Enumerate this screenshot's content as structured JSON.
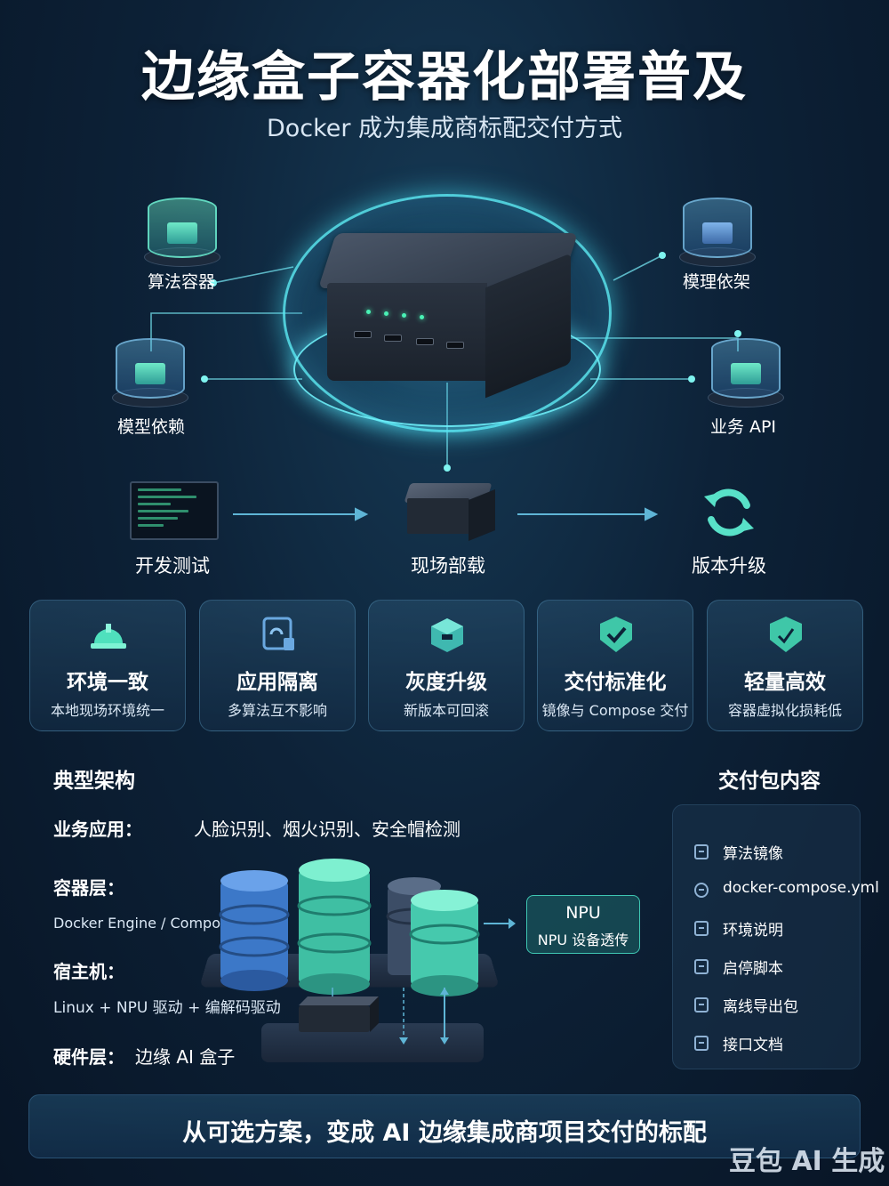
{
  "header": {
    "title": "边缘盒子容器化部署普及",
    "subtitle": "Docker 成为集成商标配交付方式"
  },
  "hub_nodes": [
    {
      "label": "算法容器",
      "icon": "algorithm-container-icon"
    },
    {
      "label": "模理依架",
      "icon": "model-framework-icon"
    },
    {
      "label": "模型依赖",
      "icon": "model-dependency-icon"
    },
    {
      "label": "业务 API",
      "icon": "business-api-icon"
    }
  ],
  "flow": {
    "steps": [
      {
        "label": "开发测试",
        "icon": "code-screen-icon"
      },
      {
        "label": "现场部载",
        "icon": "edge-box-icon"
      },
      {
        "label": "版本升级",
        "icon": "refresh-icon"
      }
    ]
  },
  "features": [
    {
      "title": "环境一致",
      "desc": "本地现场环境统一",
      "icon": "helmet-icon"
    },
    {
      "title": "应用隔离",
      "desc": "多算法互不影响",
      "icon": "isolation-icon"
    },
    {
      "title": "灰度升级",
      "desc": "新版本可回滚",
      "icon": "cube-icon"
    },
    {
      "title": "交付标准化",
      "desc": "镜像与 Compose 交付",
      "icon": "check-shield-icon"
    },
    {
      "title": "轻量高效",
      "desc": "容器虚拟化损耗低",
      "icon": "lightning-shield-icon"
    }
  ],
  "architecture": {
    "title": "典型架构",
    "business": {
      "label": "业务应用：",
      "value": "人脸识别、烟火识别、安全帽检测"
    },
    "container": {
      "label": "容器层：",
      "value": "Docker Engine / Compose"
    },
    "host": {
      "label": "宿主机：",
      "value": "Linux + NPU 驱动 + 编解码驱动"
    },
    "hardware": {
      "label": "硬件层：",
      "value": "边缘 AI 盒子"
    },
    "npu": {
      "title": "NPU",
      "desc": "NPU 设备透传"
    }
  },
  "package": {
    "title": "交付包内容",
    "items": [
      {
        "label": "算法镜像",
        "icon": "file-icon"
      },
      {
        "label": "docker-compose.yml",
        "icon": "target-icon"
      },
      {
        "label": "环境说明",
        "icon": "file-icon"
      },
      {
        "label": "启停脚本",
        "icon": "script-icon"
      },
      {
        "label": "离线导出包",
        "icon": "export-icon"
      },
      {
        "label": "接口文档",
        "icon": "doc-icon"
      }
    ]
  },
  "footer": {
    "text": "从可选方案，变成 AI 边缘集成商项目交付的标配"
  },
  "watermark": "豆包 AI 生成",
  "colors": {
    "accent_cyan": "#7ff4f0",
    "accent_green": "#49f2b5",
    "background": "#0d2238"
  }
}
